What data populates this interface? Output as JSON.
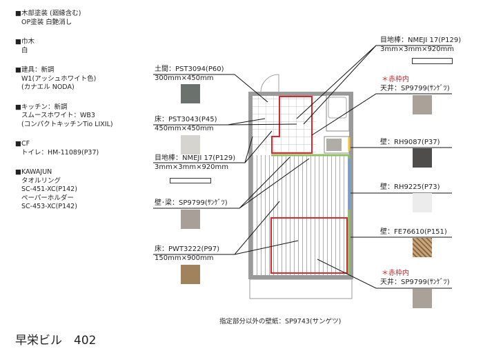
{
  "notes": [
    {
      "title": "■木部塗装 (廻縁含む)",
      "lines": [
        "OP塗装 白艶消し"
      ]
    },
    {
      "title": "■巾木",
      "lines": [
        "白"
      ]
    },
    {
      "title": "■建具：新調",
      "lines": [
        "W1(アッシュホワイト色)",
        "(カナエル NODA)"
      ]
    },
    {
      "title": "■キッチン：新調",
      "lines": [
        "スムースホワイト：WB3",
        "(コンパクトキッチンTio LIXIL)"
      ]
    },
    {
      "title": "■CF",
      "lines": [
        "トイレ：HM-11089(P37)"
      ]
    },
    {
      "title": "■KAWAJUN",
      "lines": [
        "タオルリング",
        "SC-451-XC(P142)",
        "ペーパーホルダー",
        "SC-453-XC(P142)"
      ]
    }
  ],
  "left_labels": {
    "doma": {
      "label": "土間：PST3094(P60)",
      "size": "300mm×450mm",
      "color": "#6b716c"
    },
    "floor_tile": {
      "label": "床：PST3043(P45)",
      "size": "450mm×450mm",
      "color": "#d6d4cf"
    },
    "joint_left": {
      "label": "目地棒：NMEJI 17(P129)",
      "size": "3mm×3mm×920mm"
    },
    "wall_beam": {
      "label": "壁･梁：SP9799(ｻﾝｹﾞﾂ)",
      "color": "#a8a098"
    },
    "floor_wood": {
      "label": "床：PWT3222(P97)",
      "size": "150mm×900mm",
      "color": "#a0825c"
    }
  },
  "right_labels": {
    "joint_right": {
      "label": "目地棒：NMEJI 17(P129)",
      "size": "3mm×3mm×920mm"
    },
    "ceiling1": {
      "note": "＊赤枠内",
      "label": "天井：SP9799(ｻﾝｹﾞﾂ)",
      "color": "#aaa198"
    },
    "wall1": {
      "label": "壁：RH9087(P37)",
      "color": "#4e4d4c"
    },
    "wall2": {
      "label": "壁：RH9225(P73)",
      "color": "#ececec"
    },
    "wall3": {
      "label": "壁：FE76610(P151)",
      "color": "#b38d62"
    },
    "ceiling2": {
      "note": "＊赤枠内",
      "label": "天井：SP9799(ｻﾝｹﾞﾂ)",
      "color": "#aaa198"
    }
  },
  "footer_note": "指定部分以外の壁紙：SP9743(サンゲツ)",
  "building": "早栄ビル　402",
  "colors": {
    "red_frame": "#e0242b",
    "green": "#8cc063",
    "blue": "#6fa0d8",
    "yellow": "#f0c030",
    "wall": "#9a9a9a"
  }
}
